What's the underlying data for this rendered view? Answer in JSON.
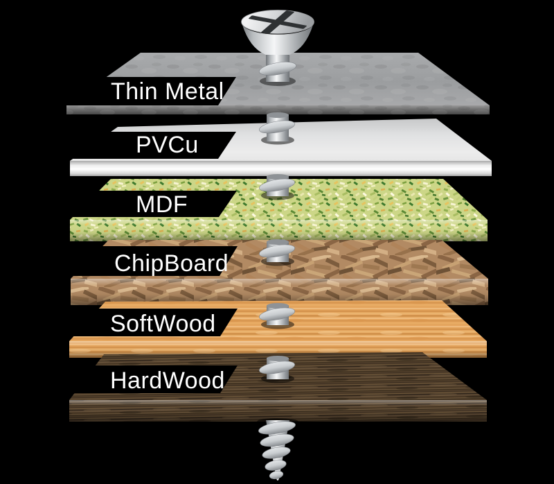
{
  "figure": {
    "background_color": "#000000",
    "kind": "exploded materials diagram with countersunk screw"
  },
  "banner": {
    "background": "#000000",
    "text_color": "#ffffff"
  },
  "screw": {
    "name": "countersunk-phillips-screw",
    "body_highlight": "#f5f6f7",
    "body_shadow": "#6f7377",
    "thread_color": "#c9cdd0",
    "cross_color": "#2e3133"
  },
  "layers": [
    {
      "id": "thin-metal",
      "label": "Thin Metal",
      "color": "#9b9d9f",
      "edge_color": "#6f6f6f"
    },
    {
      "id": "pvcu",
      "label": "PVCu",
      "color": "#ececec",
      "edge_color": "#ffffff"
    },
    {
      "id": "mdf",
      "label": "MDF",
      "color": "#ccd687",
      "edge_color": "#b9c573"
    },
    {
      "id": "chipboard",
      "label": "ChipBoard",
      "color": "#b28a63",
      "edge_color": "#9c734c"
    },
    {
      "id": "softwood",
      "label": "SoftWood",
      "color": "#e4a55e",
      "edge_color": "#cd8c42"
    },
    {
      "id": "hardwood",
      "label": "HardWood",
      "color": "#54412d",
      "edge_color": "#46352a"
    }
  ]
}
